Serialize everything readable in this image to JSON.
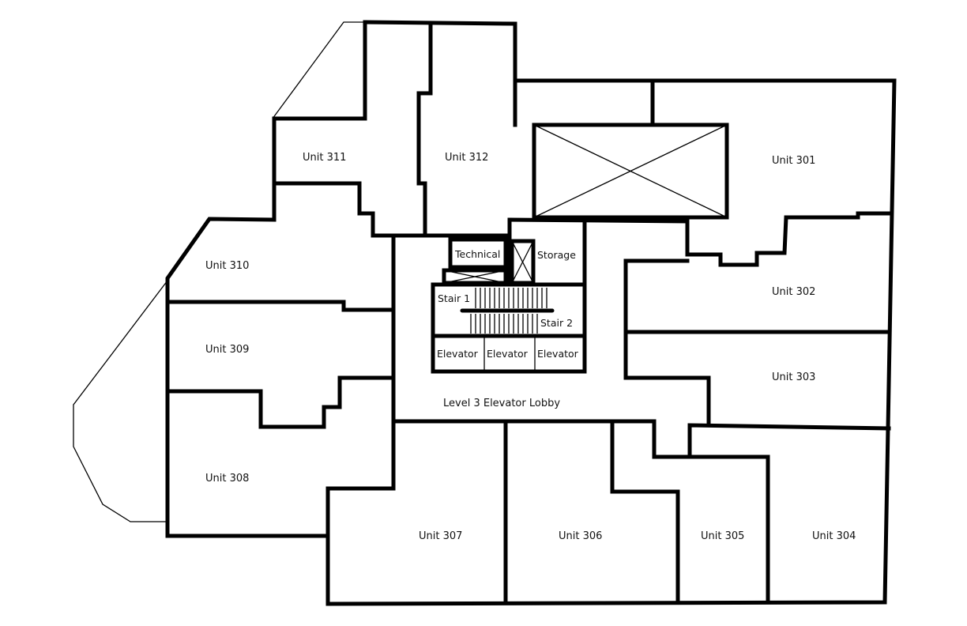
{
  "title": "Level 3 Floor Plan",
  "units": [
    {
      "id": "301",
      "label": "Unit 301"
    },
    {
      "id": "302",
      "label": "Unit 302"
    },
    {
      "id": "303",
      "label": "Unit 303"
    },
    {
      "id": "304",
      "label": "Unit 304"
    },
    {
      "id": "305",
      "label": "Unit 305"
    },
    {
      "id": "306",
      "label": "Unit 306"
    },
    {
      "id": "307",
      "label": "Unit 307"
    },
    {
      "id": "308",
      "label": "Unit 308"
    },
    {
      "id": "309",
      "label": "Unit 309"
    },
    {
      "id": "310",
      "label": "Unit 310"
    },
    {
      "id": "311",
      "label": "Unit 311"
    },
    {
      "id": "312",
      "label": "Unit 312"
    }
  ],
  "core": {
    "technical": "Technical",
    "storage": "Storage",
    "stair1": "Stair 1",
    "stair2": "Stair 2",
    "elevators": [
      "Elevator",
      "Elevator",
      "Elevator"
    ],
    "lobby": "Level 3 Elevator Lobby"
  }
}
